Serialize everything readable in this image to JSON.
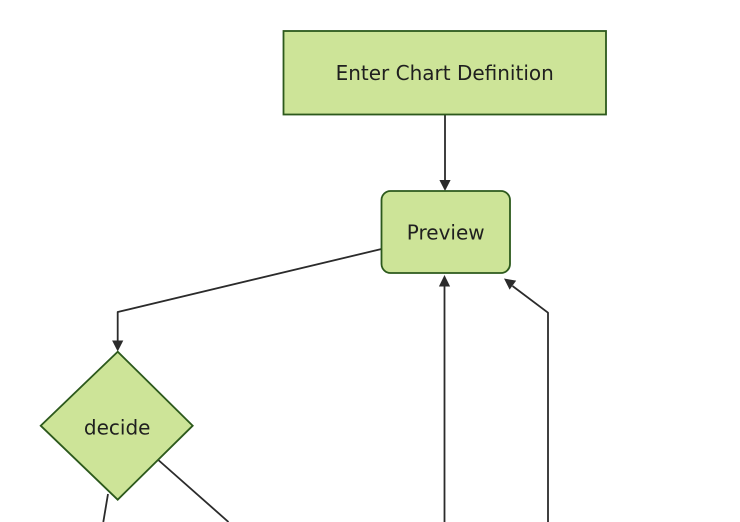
{
  "diagram": {
    "type": "flowchart",
    "direction": "top-down",
    "background_color": "#ffffff",
    "colors": {
      "node_fill": "#cde498",
      "node_border": "#2c591c",
      "edge_line": "#2b2b2b",
      "label_text": "#1f1f1f"
    },
    "nodes": [
      {
        "id": "enter-chart-definition",
        "shape": "rectangle",
        "label": "Enter Chart Definition"
      },
      {
        "id": "preview",
        "shape": "rounded-rectangle",
        "label": "Preview"
      },
      {
        "id": "decide",
        "shape": "diamond",
        "label": "decide"
      }
    ],
    "edges": [
      {
        "from": "enter-chart-definition",
        "to": "preview",
        "arrow": true
      },
      {
        "from": "preview",
        "to": "decide",
        "arrow": true
      },
      {
        "from": "offscreen-bottom-1",
        "to": "preview",
        "arrow": true
      },
      {
        "from": "offscreen-bottom-2",
        "to": "preview",
        "arrow": true
      },
      {
        "from": "decide",
        "to": "offscreen-bottom-left",
        "arrow": false
      },
      {
        "from": "decide",
        "to": "offscreen-bottom-right",
        "arrow": false
      }
    ]
  }
}
